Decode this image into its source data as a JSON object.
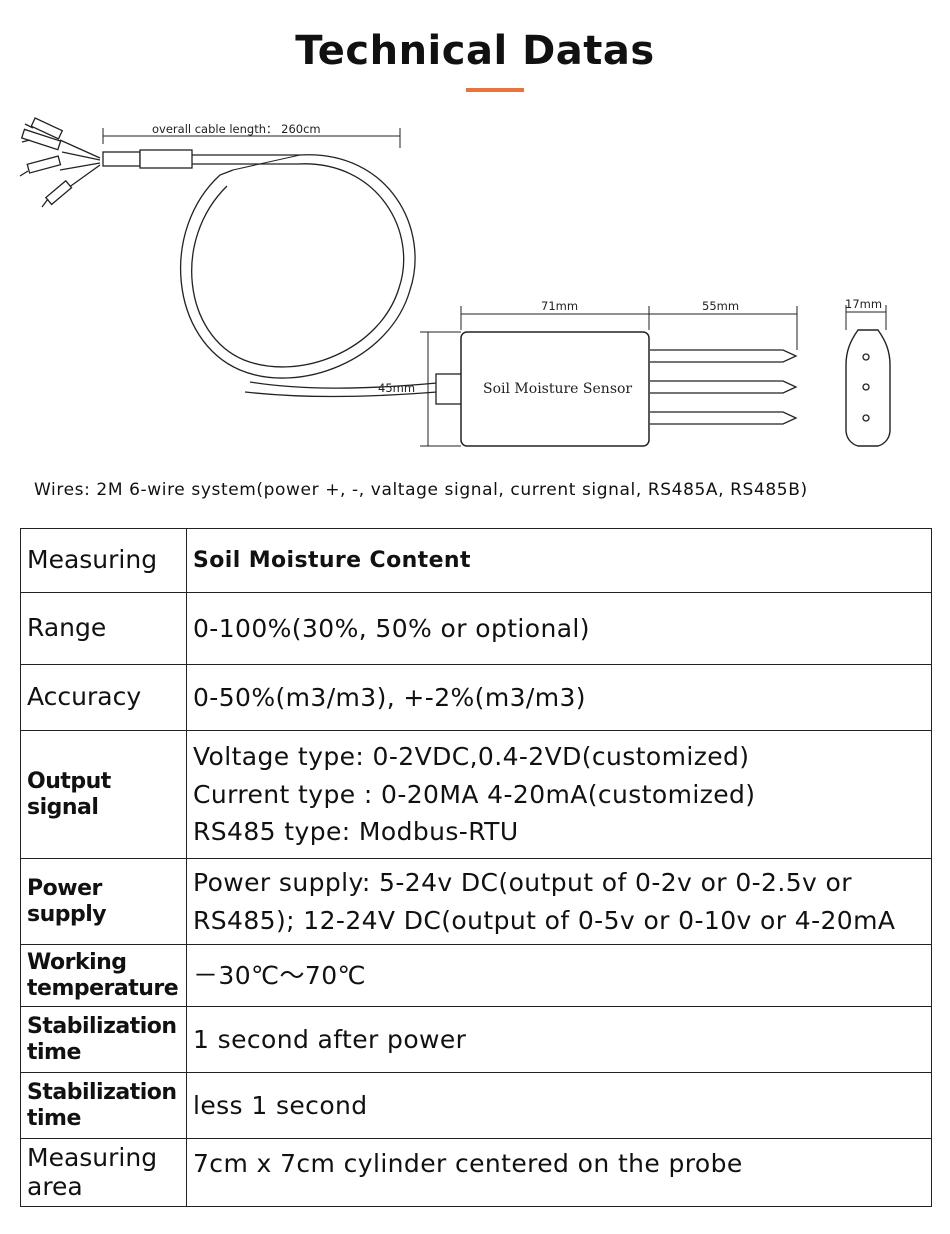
{
  "page_title": "Technical Datas",
  "accent_color": "#e8743b",
  "diagram": {
    "cable_label": "overall cable length： 260cm",
    "body_width_label": "71mm",
    "probe_length_label": "55mm",
    "side_width_label": "17mm",
    "height_label": "45mm",
    "sensor_label": "Soil Moisture Sensor"
  },
  "wires_note": "Wires: 2M 6-wire system(power +, -, valtage signal, current signal, RS485A, RS485B)",
  "specs": [
    {
      "key": "Measuring",
      "lines": [
        "Soil Moisture Content"
      ]
    },
    {
      "key": "Range",
      "lines": [
        "0-100%(30%, 50% or optional)"
      ]
    },
    {
      "key": "Accuracy",
      "lines": [
        "0-50%(m3/m3), +-2%(m3/m3)"
      ]
    },
    {
      "key": "Output signal",
      "lines": [
        "Voltage type: 0-2VDC,0.4-2VD(customized)",
        "Current type : 0-20MA 4-20mA(customized)",
        "RS485 type: Modbus-RTU"
      ]
    },
    {
      "key": "Power supply",
      "lines": [
        "Power supply: 5-24v DC(output of 0-2v or 0-2.5v or",
        "RS485); 12-24V DC(output of 0-5v or 0-10v or 4-20mA"
      ]
    },
    {
      "key": "Working temperature",
      "lines": [
        "－30℃～70℃"
      ]
    },
    {
      "key": "Stabilization time",
      "lines": [
        "1 second after power"
      ]
    },
    {
      "key": "Stabilization time",
      "lines": [
        "less 1 second"
      ]
    },
    {
      "key": "Measuring area",
      "lines": [
        "7cm x 7cm cylinder centered on the probe"
      ]
    }
  ]
}
